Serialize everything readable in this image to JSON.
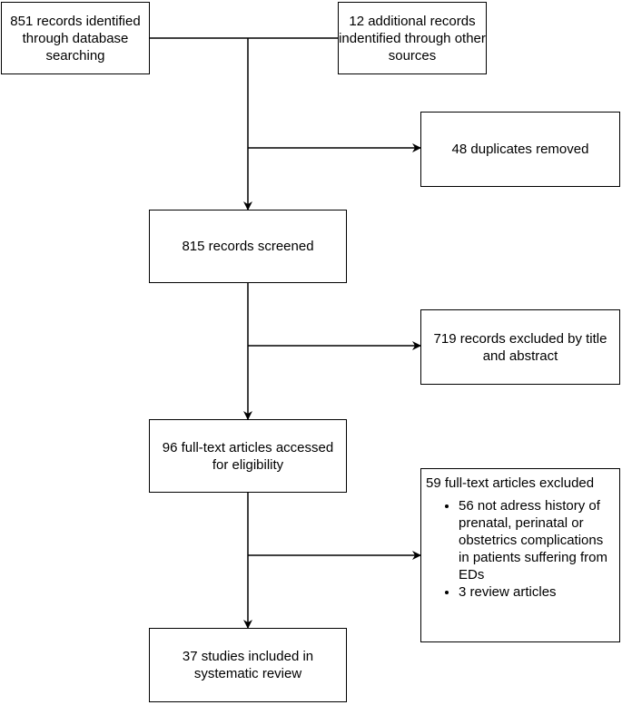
{
  "flow": {
    "identification": {
      "database": "851 records identified through database searching",
      "other_sources": "12 additional records indentified through other sources"
    },
    "duplicates": "48 duplicates removed",
    "screened": "815 records screened",
    "excluded_title_abstract": "719 records excluded by title and abstract",
    "eligibility": "96 full-text articles accessed for eligibility",
    "fulltext_excluded": {
      "title": "59 full-text articles excluded",
      "reasons": [
        "56 not adress history of prenatal, perinatal or obstetrics complications in patients suffering from EDs",
        "3 review articles"
      ]
    },
    "included": "37 studies included in systematic review"
  }
}
